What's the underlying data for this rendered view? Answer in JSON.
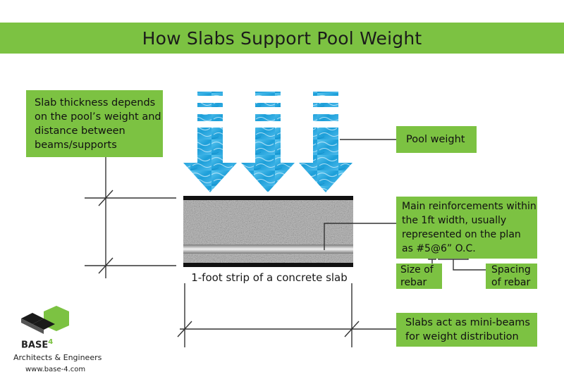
{
  "title": "How Slabs Support Pool Weight",
  "labels": {
    "thickness": [
      "Slab thickness depends",
      "on the pool’s weight and",
      "distance between",
      "beams/supports"
    ],
    "pool_weight": "Pool weight",
    "reinforcement": [
      "Main reinforcements within",
      "the 1ft width, usually",
      "represented on the plan",
      "as #5@6” O.C."
    ],
    "size_of_rebar": [
      "Size of",
      "rebar"
    ],
    "spacing_of_rebar": [
      "Spacing",
      "of rebar"
    ],
    "mini_beams": [
      "Slabs act as mini-beams",
      "for weight distribution"
    ],
    "strip_caption": "1-foot strip of a concrete slab"
  },
  "brand": {
    "name": "BASE",
    "superscript": "4",
    "subtitle": "Architects & Engineers",
    "url": "www.base-4.com"
  },
  "colors": {
    "green": "#7cc242",
    "water": "#29a8e0",
    "concrete": "#b9b9b9",
    "line": "#333333"
  }
}
